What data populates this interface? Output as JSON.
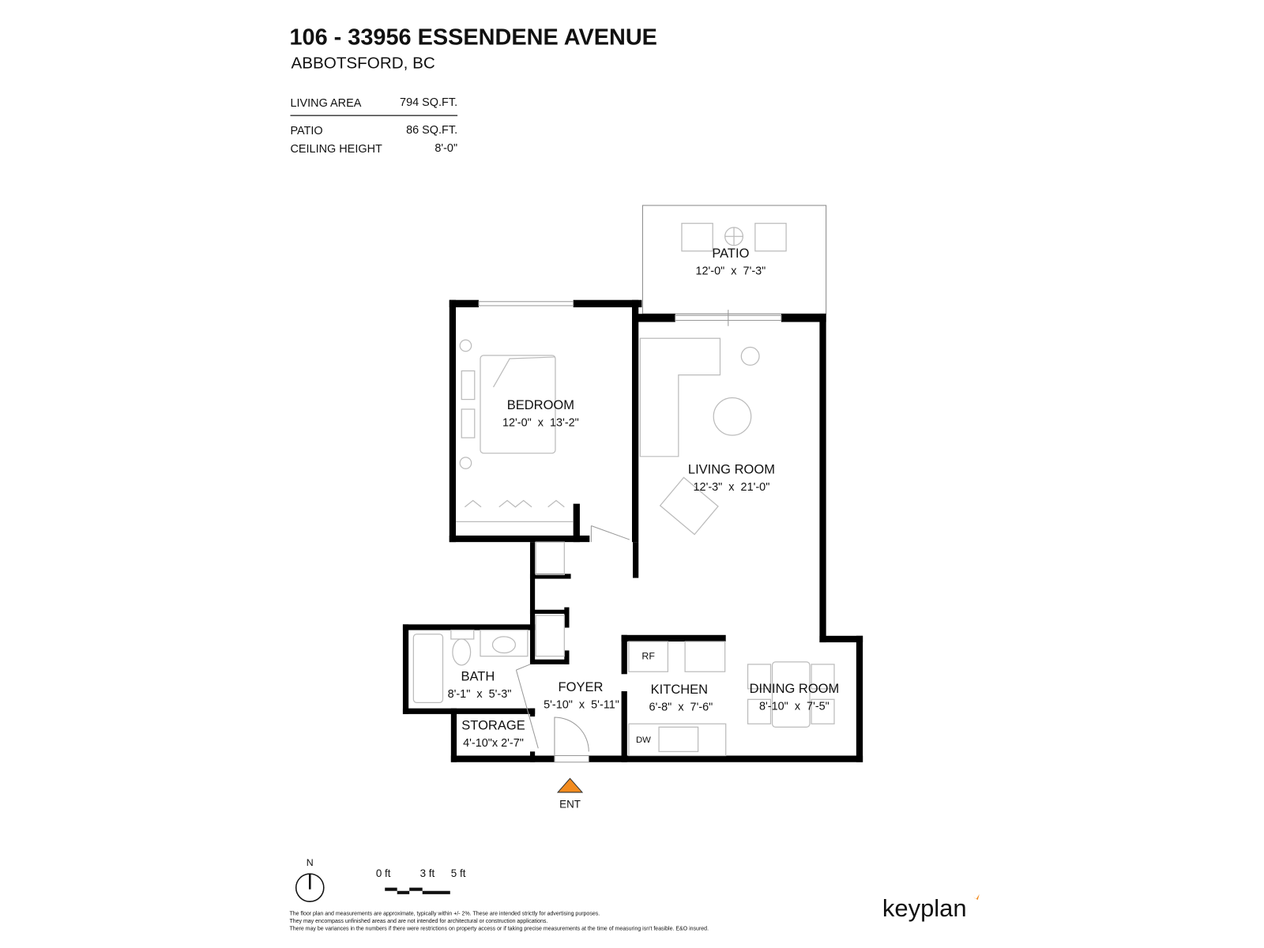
{
  "header": {
    "address": "106 - 33956 ESSENDENE AVENUE",
    "city": "ABBOTSFORD, BC"
  },
  "stats": [
    {
      "label": "LIVING AREA",
      "value": "794 SQ.FT."
    },
    {
      "label": "PATIO",
      "value": "86 SQ.FT."
    },
    {
      "label": "CEILING HEIGHT",
      "value": "8'-0\""
    }
  ],
  "rooms": {
    "patio": {
      "name": "PATIO",
      "dims": "12'-0\"  x  7'-3\""
    },
    "bedroom": {
      "name": "BEDROOM",
      "dims": "12'-0\"  x  13'-2\""
    },
    "living": {
      "name": "LIVING ROOM",
      "dims": "12'-3\"  x  21'-0\""
    },
    "bath": {
      "name": "BATH",
      "dims": "8'-1\"  x  5'-3\""
    },
    "foyer": {
      "name": "FOYER",
      "dims": "5'-10\"  x  5'-11\""
    },
    "kitchen": {
      "name": "KITCHEN",
      "dims": "6'-8\"  x  7'-6\""
    },
    "dining": {
      "name": "DINING ROOM",
      "dims": "8'-10\"  x  7'-5\""
    },
    "storage": {
      "name": "STORAGE",
      "dims": "4'-10\"x 2'-7\""
    }
  },
  "appliances": {
    "fridge": "RF",
    "dishwasher": "DW"
  },
  "entrance": {
    "label": "ENT",
    "color": "#f28b1e"
  },
  "compass": {
    "label": "N"
  },
  "scale": {
    "ticks": [
      "0 ft",
      "3 ft",
      "5 ft"
    ]
  },
  "disclaimer": [
    "The floor plan and measurements are approximate, typically within +/- 2%. These are intended strictly for advertising purposes.",
    "They may encompass unfinished areas and are not intended for architectural or construction applications.",
    "There may be variances in the numbers if there were restrictions on property access or if taking precise measurements at the time of measuring isn't feasible. E&O insured."
  ],
  "brand": {
    "logo_text": "keyplan",
    "accent": "#f28b1e"
  }
}
